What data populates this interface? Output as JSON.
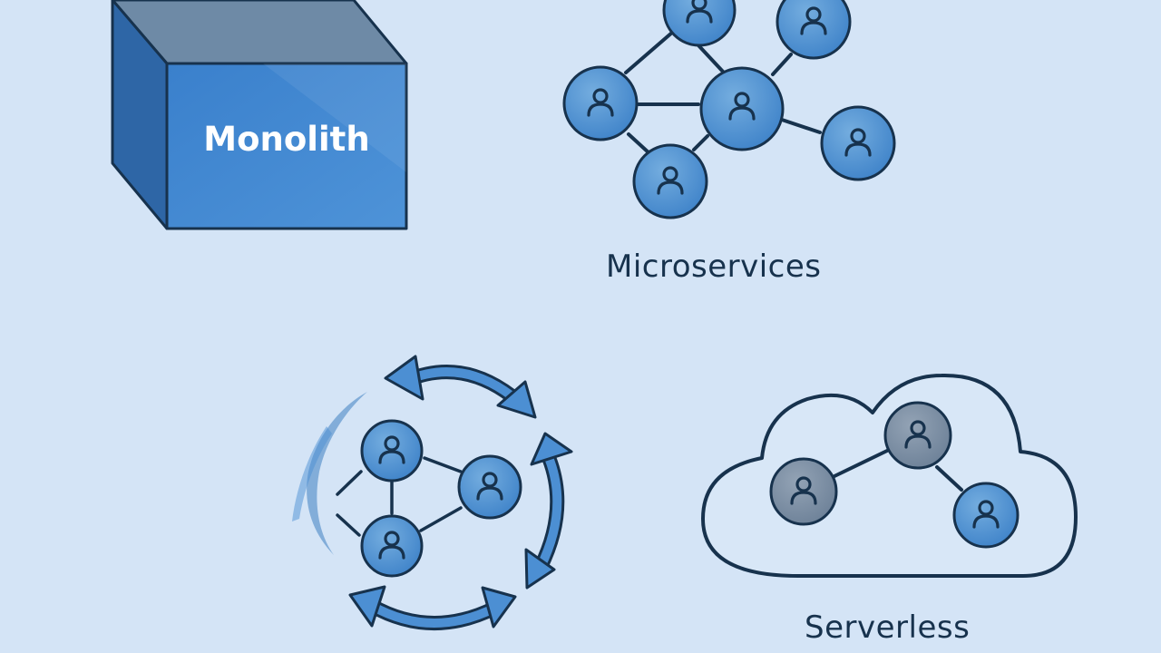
{
  "labels": {
    "monolith": "Monolith",
    "microservices": "Microservices",
    "serverless": "Serverless"
  },
  "icons": {
    "node": "user-icon",
    "arrow": "circular-arrow"
  },
  "colors": {
    "background": "#d4e4f6",
    "outline": "#17324d",
    "blue": "#4c8fd3",
    "blue_dark": "#2a67ac",
    "blue_light": "#6aa5e0",
    "gray_node": "#7b8ea3",
    "white": "#ffffff"
  }
}
